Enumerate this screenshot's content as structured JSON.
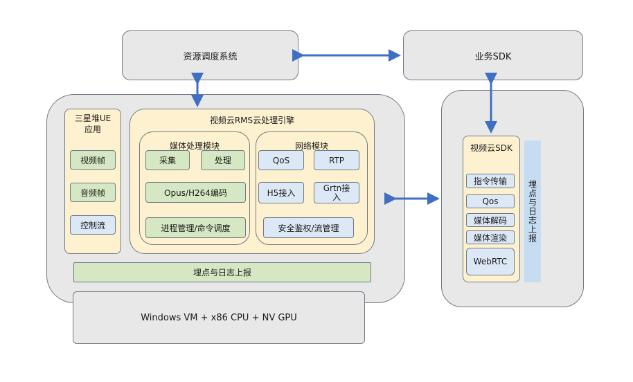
{
  "top": {
    "resource_scheduler": "资源调度系统",
    "business_sdk": "业务SDK"
  },
  "left_container": {
    "ue_app": {
      "title_line1": "三星堆UE",
      "title_line2": "应用",
      "items": [
        "视频帧",
        "音频帧",
        "控制流"
      ]
    },
    "rms_engine": {
      "title": "视频云RMS云处理引擎",
      "media_module": {
        "title": "媒体处理模块",
        "items": [
          "采集",
          "处理",
          "Opus/H264编码",
          "进程管理/命令调度"
        ]
      },
      "network_module": {
        "title": "网络模块",
        "items": [
          "QoS",
          "RTP",
          "H5接入",
          "Grtn接入",
          "安全鉴权/流管理"
        ]
      }
    },
    "logging_bar": "埋点与日志上报"
  },
  "bottom": {
    "infra": "Windows VM + x86 CPU + NV GPU"
  },
  "right_container": {
    "sdk": {
      "title": "视频云SDK",
      "items": [
        "指令传输",
        "Qos",
        "媒体解码",
        "媒体渲染",
        "WebRTC"
      ]
    },
    "side_logging": "埋点与日志上报"
  },
  "colors": {
    "arrow": "#3f6fc4",
    "gray_fill": "#e8e8e8",
    "yellow_fill": "#fdf1cf",
    "green_fill": "#d5e8c3",
    "blue_fill": "#dde8f6",
    "side_blue": "#c6dcf1"
  }
}
